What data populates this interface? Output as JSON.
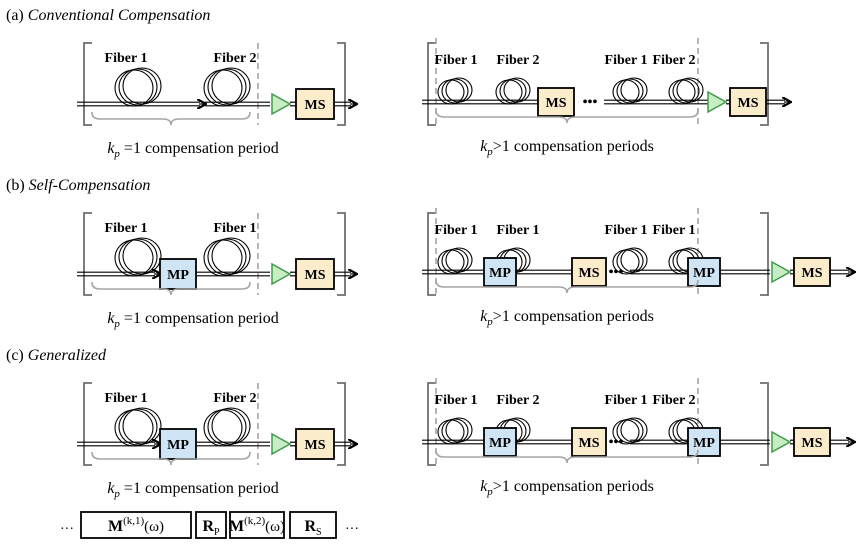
{
  "sections": [
    {
      "tag": "(a)",
      "title": "Conventional Compensation",
      "left": {
        "fibers": [
          "Fiber 1",
          "Fiber 2"
        ],
        "mid": null,
        "caption_k": "k",
        "caption_sub": "p",
        "caption_op": " =1",
        "caption_rest": " compensation period"
      },
      "right": {
        "fibers": [
          "Fiber 1",
          "Fiber 2",
          "Fiber 1",
          "Fiber 2"
        ],
        "mid": null,
        "caption_k": "k",
        "caption_sub": "p",
        "caption_op": ">1",
        "caption_rest": " compensation periods"
      }
    },
    {
      "tag": "(b)",
      "title": "Self-Compensation",
      "left": {
        "fibers": [
          "Fiber 1",
          "Fiber 1"
        ],
        "mid": "MP",
        "caption_k": "k",
        "caption_sub": "p",
        "caption_op": " =1",
        "caption_rest": " compensation period"
      },
      "right": {
        "fibers": [
          "Fiber 1",
          "Fiber 1",
          "Fiber 1",
          "Fiber 1"
        ],
        "mid": "MP",
        "caption_k": "k",
        "caption_sub": "p",
        "caption_op": ">1",
        "caption_rest": " compensation periods"
      }
    },
    {
      "tag": "(c)",
      "title": "Generalized",
      "left": {
        "fibers": [
          "Fiber 1",
          "Fiber 2"
        ],
        "mid": "MP",
        "caption_k": "k",
        "caption_sub": "p",
        "caption_op": " =1",
        "caption_rest": " compensation period"
      },
      "right": {
        "fibers": [
          "Fiber 1",
          "Fiber 2",
          "Fiber 1",
          "Fiber 2"
        ],
        "mid": "MP",
        "caption_k": "k",
        "caption_sub": "p",
        "caption_op": ">1",
        "caption_rest": " compensation periods"
      }
    }
  ],
  "ms_label": "MS",
  "mp_label": "MP",
  "dots": "•••",
  "matrix_row": {
    "ellipsis": "···",
    "m1_base": "M",
    "m1_sup": "(k,1)",
    "m1_arg": "(ω)",
    "rp_base": "R",
    "rp_sub": "P",
    "m2_base": "M",
    "m2_sup": "(k,2)",
    "m2_arg": "(ω)",
    "rs_base": "R",
    "rs_sub": "S"
  },
  "colors": {
    "ms_fill": "#fbeccb",
    "mp_fill": "#cfe5f5",
    "amp_fill": "#c8ecc4",
    "amp_stroke": "#3f9b4b",
    "bracket": "#6f6f6f",
    "brace": "#a5a5a5",
    "dash": "#a5a5a5"
  }
}
